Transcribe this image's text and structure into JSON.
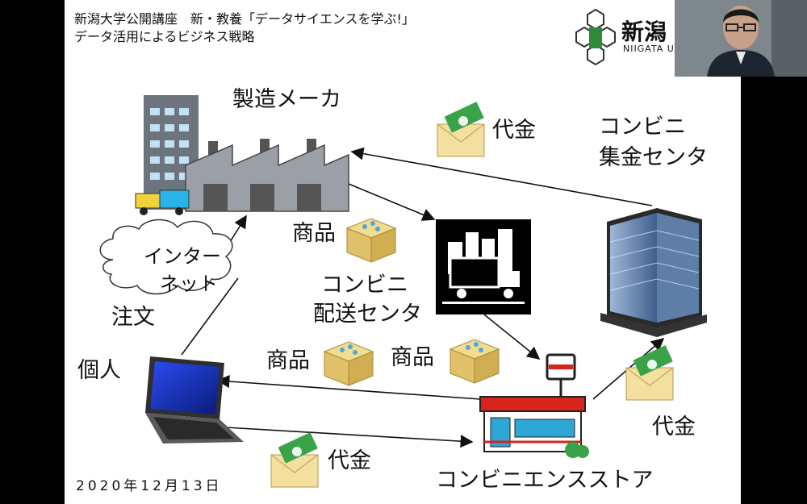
{
  "header": {
    "line1": "新潟大学公開講座　新・教養「データサイエンスを学ぶ!」",
    "line2": "データ活用によるビジネス戦略",
    "logo_text": "新潟",
    "logo_sub": "NIIGATA U"
  },
  "nodes": {
    "manufacturer": "製造メーカ",
    "collection_center_1": "コンビニ",
    "collection_center_2": "集金センタ",
    "internet_1": "インター",
    "internet_2": "ネット",
    "delivery_center_1": "コンビニ",
    "delivery_center_2": "配送センタ",
    "individual": "個人",
    "store": "コンビニエンスストア"
  },
  "flows": {
    "payment_top": "代金",
    "goods_top": "商品",
    "order": "注文",
    "goods_left": "商品",
    "goods_right": "商品",
    "payment_right": "代金",
    "payment_bottom": "代金"
  },
  "footer": {
    "date": "2020年12月13日"
  },
  "colors": {
    "money_green": "#3aa34a",
    "envelope": "#f3dfa0",
    "box": "#e8cf7a",
    "store_red": "#d8221c",
    "laptop_screen": "#1a34c8",
    "building_blue": "#6f8fb8"
  }
}
